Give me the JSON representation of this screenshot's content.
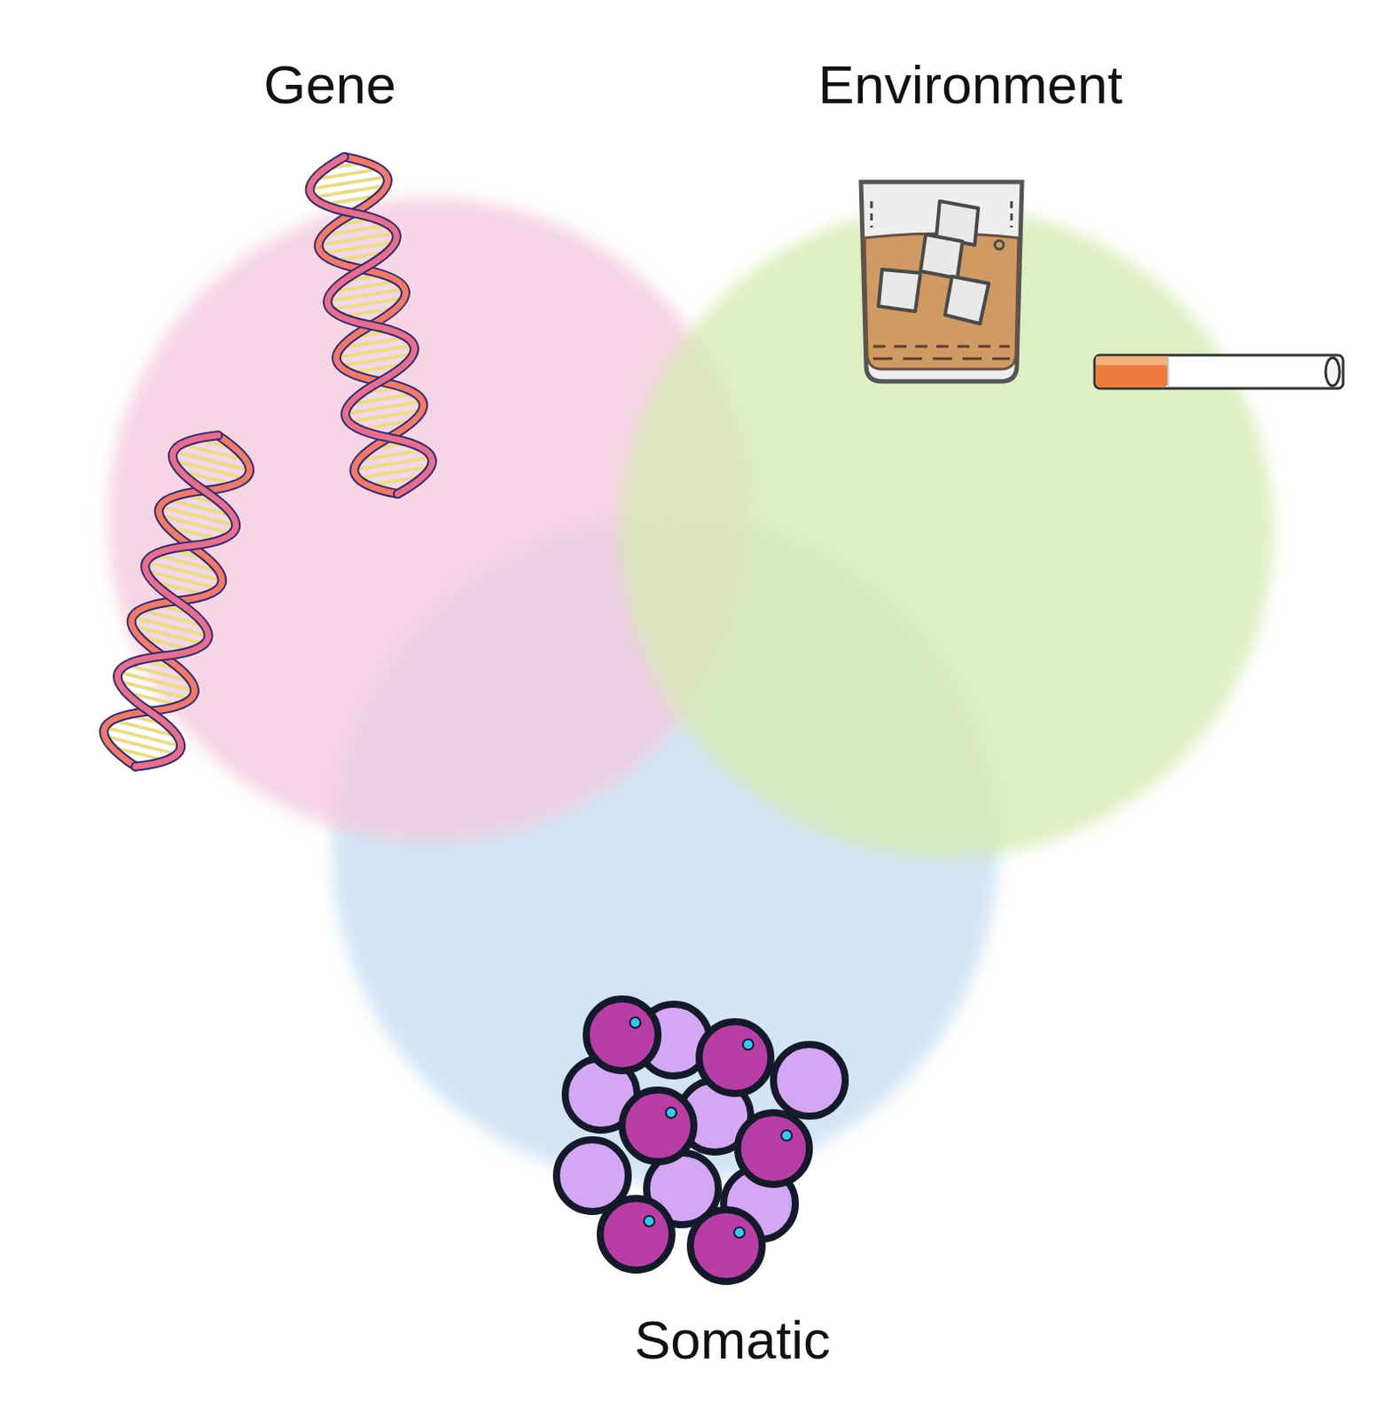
{
  "diagram": {
    "nodes": [
      {
        "text": [
          "Gene"
        ]
      },
      {
        "text": [
          "Environment"
        ]
      },
      {
        "text": [
          "Somatic"
        ]
      }
    ]
  }
}
